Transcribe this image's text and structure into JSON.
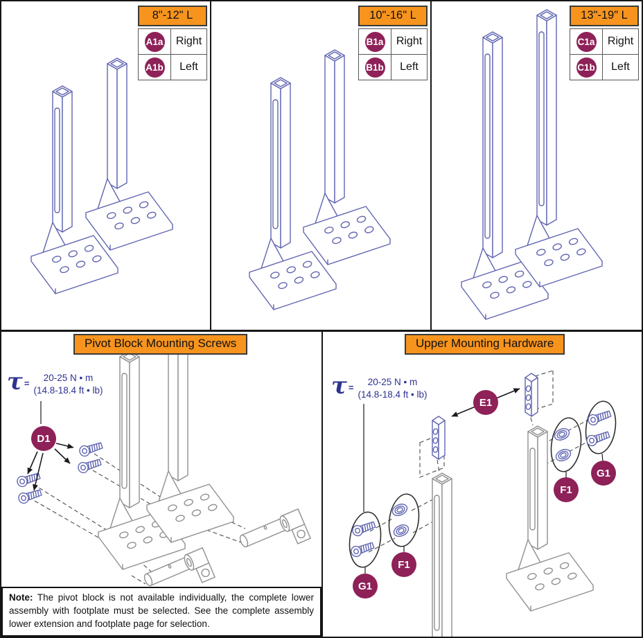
{
  "colors": {
    "accent_orange": "#F7941E",
    "callout_magenta": "#8E2158",
    "torque_navy": "#2E3192",
    "part_blue": "#6065B0",
    "part_gray": "#8F8F8F"
  },
  "torque": {
    "symbol": "τ",
    "equals": "=",
    "metric": "20-25 N • m",
    "imperial": "(14.8-18.4 ft • lb)"
  },
  "top_panels": [
    {
      "header": "8\"-12\" L",
      "rows": [
        {
          "tag": "A1a",
          "side": "Right"
        },
        {
          "tag": "A1b",
          "side": "Left"
        }
      ]
    },
    {
      "header": "10\"-16\" L",
      "rows": [
        {
          "tag": "B1a",
          "side": "Right"
        },
        {
          "tag": "B1b",
          "side": "Left"
        }
      ]
    },
    {
      "header": "13\"-19\" L",
      "rows": [
        {
          "tag": "C1a",
          "side": "Right"
        },
        {
          "tag": "C1b",
          "side": "Left"
        }
      ]
    }
  ],
  "bottom_left": {
    "header": "Pivot Block Mounting Screws",
    "callout": "D1",
    "note_label": "Note:",
    "note_body": " The pivot block is not available individually, the complete lower assembly with footplate must be selected. See the complete assembly lower extension and footplate page for selection."
  },
  "bottom_right": {
    "header": "Upper Mounting Hardware",
    "callouts": {
      "e1": "E1",
      "f1": "F1",
      "g1": "G1"
    }
  }
}
